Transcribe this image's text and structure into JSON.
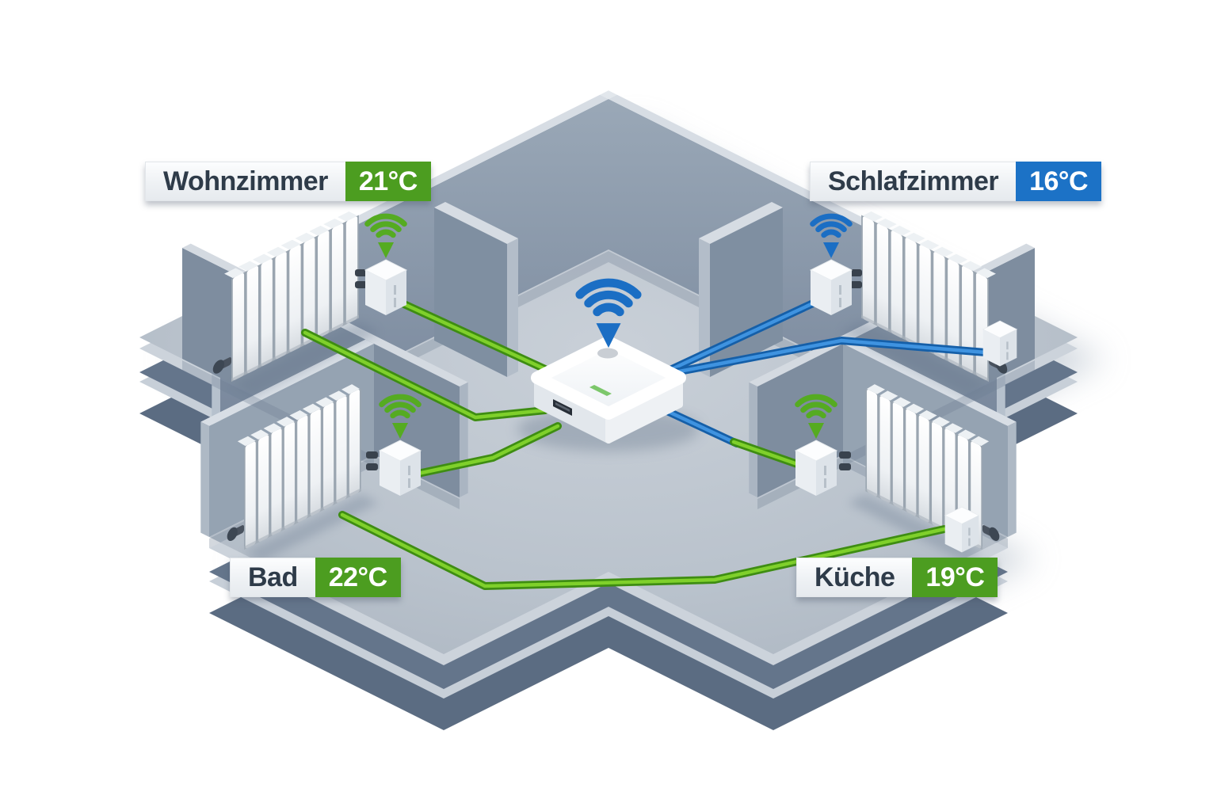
{
  "scene": "smart-home-heizung-isometrie",
  "rooms": [
    {
      "name": "Wohnzimmer",
      "temperature": "21°C",
      "temperature_value": 21,
      "unit": "°C",
      "badge_color": "#4c9d20",
      "signal_color": "#55ab21",
      "connection": "green",
      "position": "top-left",
      "devices": [
        "radiator",
        "wireless-thermostat-valve"
      ]
    },
    {
      "name": "Schlafzimmer",
      "temperature": "16°C",
      "temperature_value": 16,
      "unit": "°C",
      "badge_color": "#1c72c6",
      "signal_color": "#1b6ec4",
      "connection": "blue",
      "position": "top-right",
      "devices": [
        "radiator",
        "wireless-thermostat-valve",
        "controller-box"
      ]
    },
    {
      "name": "Bad",
      "temperature": "22°C",
      "temperature_value": 22,
      "unit": "°C",
      "badge_color": "#4c9d20",
      "signal_color": "#55ab21",
      "connection": "green",
      "position": "bottom-left",
      "devices": [
        "radiator",
        "wireless-thermostat-valve"
      ]
    },
    {
      "name": "Küche",
      "temperature": "19°C",
      "temperature_value": 19,
      "unit": "°C",
      "badge_color": "#4c9d20",
      "signal_color": "#55ab21",
      "connection": "blue-to-green",
      "position": "bottom-right",
      "devices": [
        "radiator",
        "wireless-thermostat-valve",
        "controller-box"
      ]
    }
  ],
  "hub": {
    "wifi_color": "#1b6ec4",
    "led_color": "#7cc76b"
  },
  "colors": {
    "line_green_dark": "#3e8d12",
    "line_green_bright": "#7fd02b",
    "line_blue_dark": "#155fa8",
    "line_blue_bright": "#3f93e0",
    "wall": "#8b9aaa",
    "floor": "#b9c2cc"
  }
}
